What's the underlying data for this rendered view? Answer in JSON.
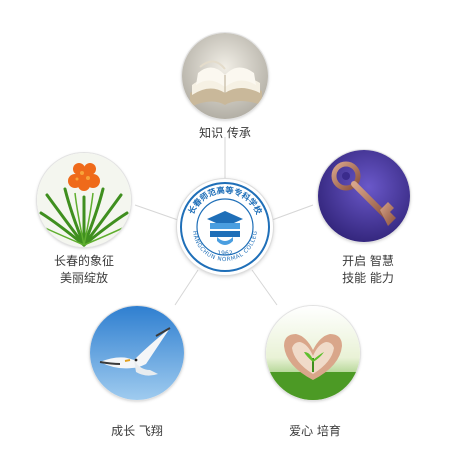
{
  "center_logo": {
    "emblem": "college-seal",
    "upper_text": "长春师范高等专科学校",
    "lower_text": "CHANGCHUN NORMAL COLLEGE",
    "year": "1962",
    "color": "#1f6fb8"
  },
  "nodes": [
    {
      "id": "books",
      "icon": "open-book",
      "lines": [
        "知识  传承"
      ]
    },
    {
      "id": "flower",
      "icon": "clivia-flower",
      "lines": [
        "长春的象征",
        "美丽绽放"
      ]
    },
    {
      "id": "key",
      "icon": "key",
      "lines": [
        "开启  智慧",
        "技能  能力"
      ]
    },
    {
      "id": "bird",
      "icon": "seagull",
      "lines": [
        "成长  飞翔"
      ]
    },
    {
      "id": "hands",
      "icon": "heart-hands-sprout",
      "lines": [
        "爱心  培育"
      ]
    }
  ]
}
